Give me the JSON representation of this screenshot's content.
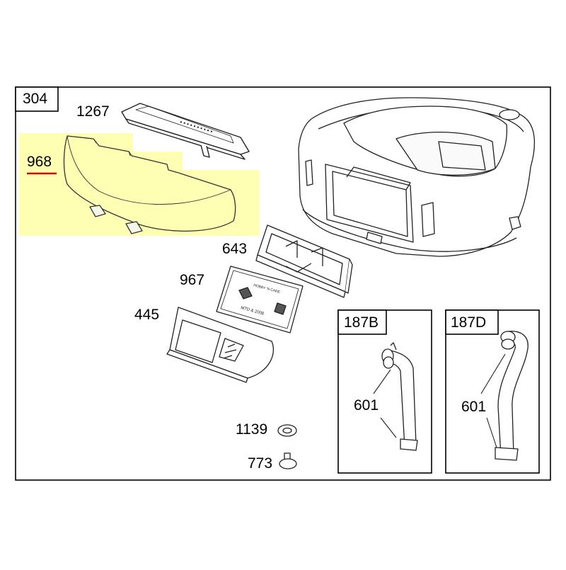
{
  "diagram": {
    "box_label": "304",
    "highlight_color": "#ffffb3",
    "accent_color": "#d40000",
    "selected_part": "968",
    "callouts": {
      "p968": "968",
      "p1267": "1267",
      "p643": "643",
      "p967": "967",
      "p445": "445",
      "p1139": "1139",
      "p773": "773"
    },
    "sub_boxes": [
      {
        "label": "187B",
        "part": "601"
      },
      {
        "label": "187D",
        "part": "601"
      }
    ],
    "decal_967_text": [
      "HOBBY 'N CARE",
      "MTD & 2008"
    ]
  }
}
